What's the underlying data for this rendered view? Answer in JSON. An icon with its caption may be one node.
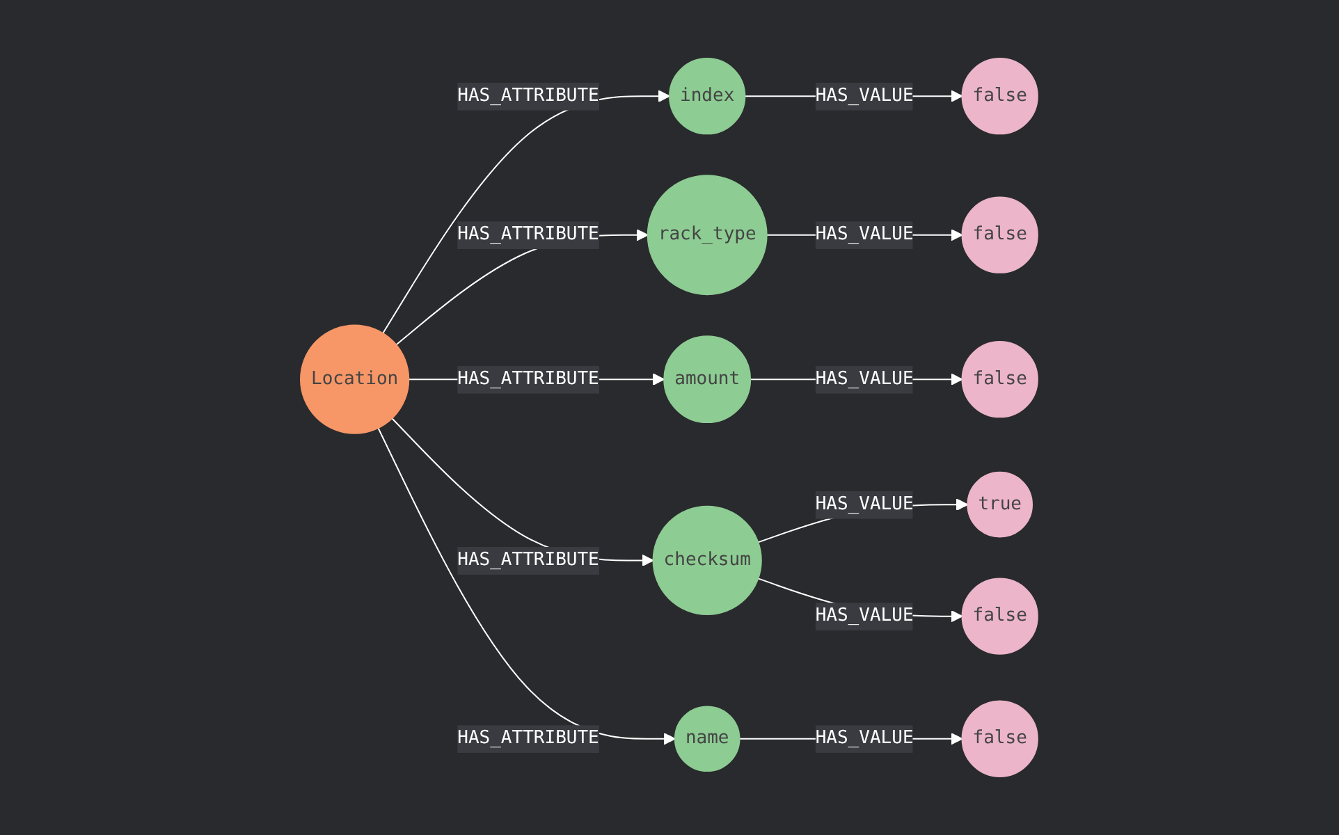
{
  "diagram": {
    "nodes": [
      {
        "text": [
          "Location"
        ]
      },
      {
        "text": [
          "index"
        ]
      },
      {
        "text": [
          "rack_type"
        ]
      },
      {
        "text": [
          "amount"
        ]
      },
      {
        "text": [
          "checksum"
        ]
      },
      {
        "text": [
          "name"
        ]
      },
      {
        "text": [
          "false"
        ]
      },
      {
        "text": [
          "false"
        ]
      },
      {
        "text": [
          "false"
        ]
      },
      {
        "text": [
          "true"
        ]
      },
      {
        "text": [
          "false"
        ]
      },
      {
        "text": [
          "false"
        ]
      }
    ],
    "edges": [
      {
        "from": 0,
        "to": 1,
        "arrow": "to",
        "label": "HAS_ATTRIBUTE"
      },
      {
        "from": 0,
        "to": 2,
        "arrow": "to",
        "label": "HAS_ATTRIBUTE"
      },
      {
        "from": 0,
        "to": 3,
        "arrow": "to",
        "label": "HAS_ATTRIBUTE"
      },
      {
        "from": 0,
        "to": 4,
        "arrow": "to",
        "label": "HAS_ATTRIBUTE"
      },
      {
        "from": 0,
        "to": 5,
        "arrow": "to",
        "label": "HAS_ATTRIBUTE"
      },
      {
        "from": 1,
        "to": 6,
        "arrow": "to",
        "label": "HAS_VALUE"
      },
      {
        "from": 2,
        "to": 7,
        "arrow": "to",
        "label": "HAS_VALUE"
      },
      {
        "from": 3,
        "to": 8,
        "arrow": "to",
        "label": "HAS_VALUE"
      },
      {
        "from": 4,
        "to": 9,
        "arrow": "to",
        "label": "HAS_VALUE"
      },
      {
        "from": 4,
        "to": 10,
        "arrow": "to",
        "label": "HAS_VALUE"
      },
      {
        "from": 5,
        "to": 11,
        "arrow": "to",
        "label": "HAS_VALUE"
      }
    ]
  }
}
